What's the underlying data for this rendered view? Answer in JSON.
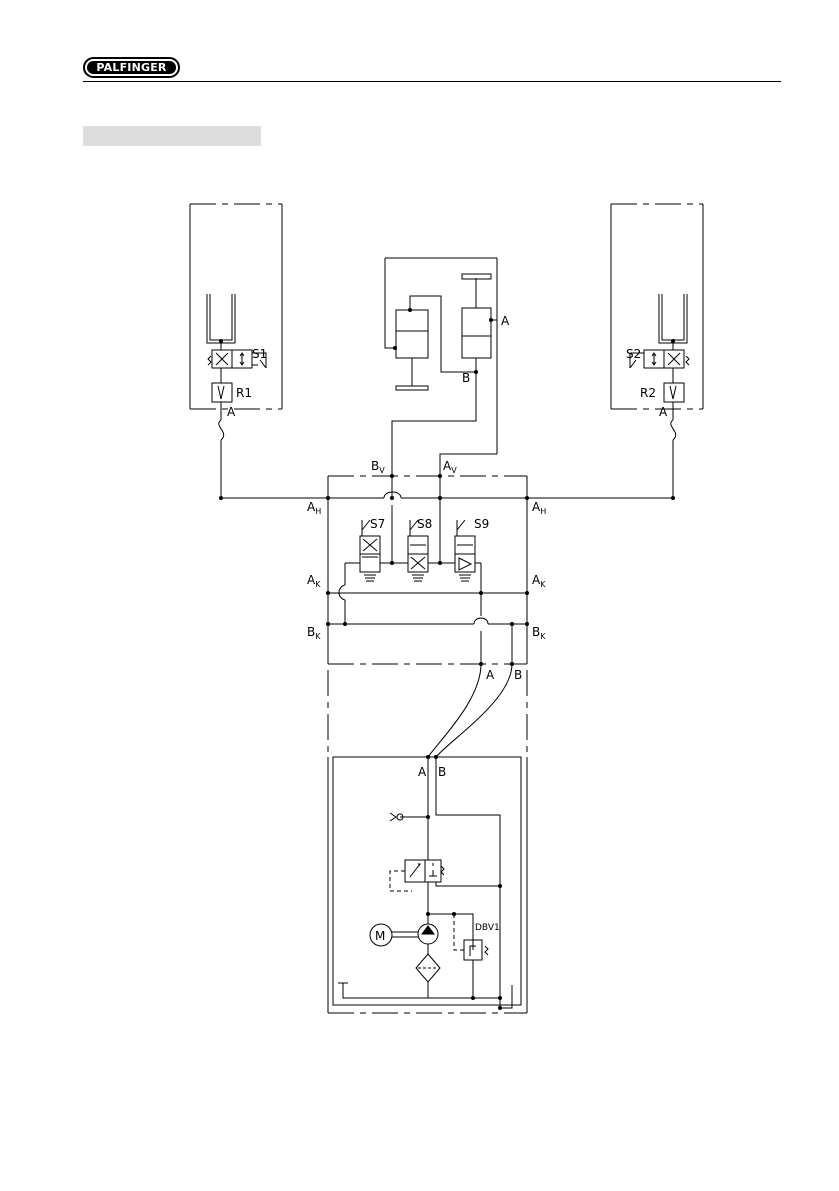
{
  "header": {
    "logo_text": "PALFINGER"
  },
  "section": {
    "title": ""
  },
  "colors": {
    "line": "#000000",
    "section_bar": "#dcdcdc"
  },
  "icons": [
    "motor-icon",
    "pump-icon",
    "filter-icon",
    "check-valve-icon",
    "solenoid-valve-icon",
    "relief-valve-icon",
    "hydraulic-cylinder-icon"
  ],
  "labels": {
    "s1": "S1",
    "r1": "R1",
    "a_left": "A",
    "s2": "S2",
    "r2": "R2",
    "a_right": "A",
    "cyl_a": "A",
    "cyl_b": "B",
    "bv_main": "B",
    "bv_sub": "V",
    "av_main": "A",
    "av_sub": "V",
    "ah_left_main": "A",
    "ah_left_sub": "H",
    "ah_right_main": "A",
    "ah_right_sub": "H",
    "s7": "S7",
    "s8": "S8",
    "s9": "S9",
    "ak_left_main": "A",
    "ak_left_sub": "K",
    "ak_right_main": "A",
    "ak_right_sub": "K",
    "bk_left_main": "B",
    "bk_left_sub": "K",
    "bk_right_main": "B",
    "bk_right_sub": "K",
    "hose_a": "A",
    "hose_b": "B",
    "pu_a": "A",
    "pu_b": "B",
    "motor": "M",
    "dbv1": "DBV1"
  }
}
